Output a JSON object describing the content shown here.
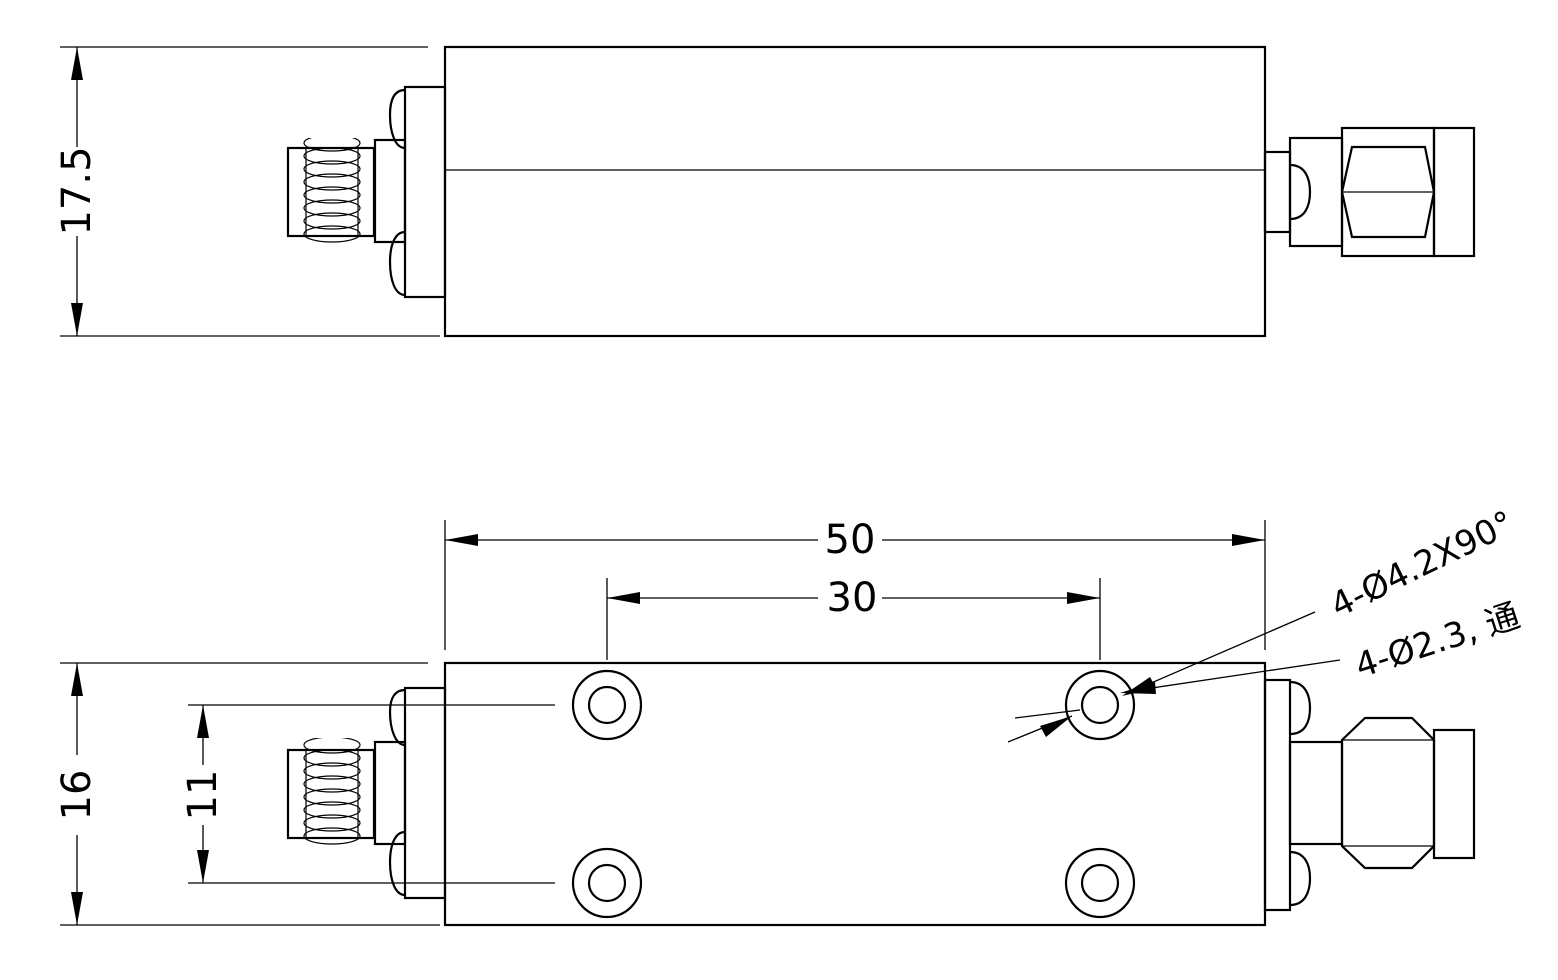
{
  "dimensions": {
    "height_top": "17.5",
    "height_bottom": "16",
    "hole_spacing_vertical": "11",
    "length_overall": "50",
    "hole_spacing_horizontal": "30"
  },
  "callouts": {
    "countersink": "4-Ø4.2X90°",
    "through_hole": "4-Ø2.3, 通"
  }
}
